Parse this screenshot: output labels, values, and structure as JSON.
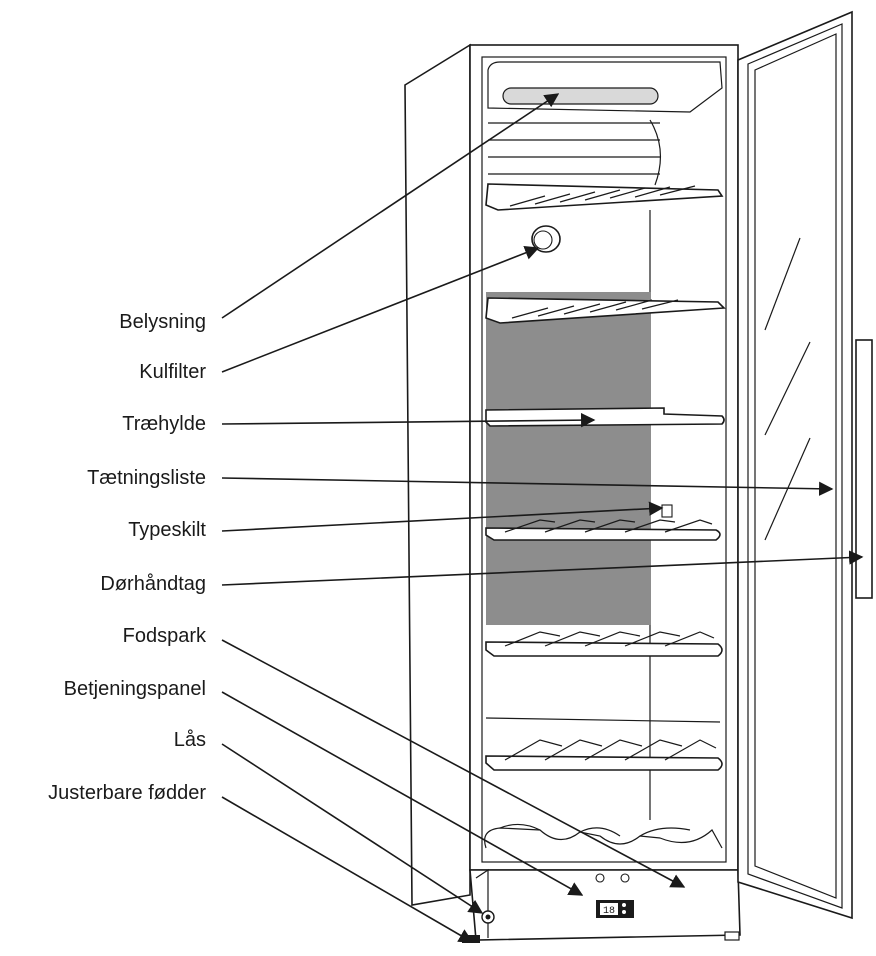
{
  "labels": [
    {
      "id": "belysning",
      "text": "Belysning"
    },
    {
      "id": "kulfilter",
      "text": "Kulfilter"
    },
    {
      "id": "traehylde",
      "text": "Træhylde"
    },
    {
      "id": "taetningsliste",
      "text": "Tætningsliste"
    },
    {
      "id": "typeskilt",
      "text": "Typeskilt"
    },
    {
      "id": "dorhandtag",
      "text": "Dørhåndtag"
    },
    {
      "id": "fodspark",
      "text": "Fodspark"
    },
    {
      "id": "betjeningspanel",
      "text": "Betjeningspanel"
    },
    {
      "id": "las",
      "text": "Lås"
    },
    {
      "id": "justerbare",
      "text": "Justerbare fødder"
    }
  ],
  "display_text": "18"
}
